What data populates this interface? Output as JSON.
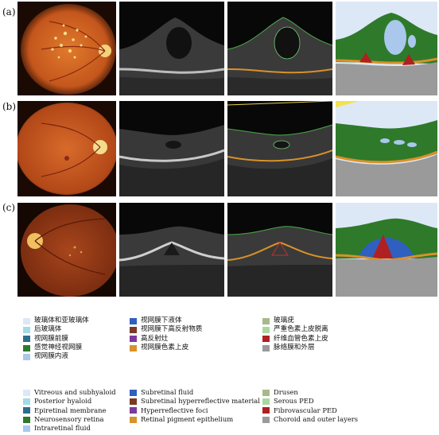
{
  "rows": [
    {
      "label": "(a)"
    },
    {
      "label": "(b)"
    },
    {
      "label": "(c)"
    }
  ],
  "colors": {
    "vitreous": "#dde8f6",
    "posterior_hyaloid": "#9fdce8",
    "epiretinal_membrane": "#2e6e8c",
    "neurosensory_retina": "#2e7a2a",
    "intraretinal_fluid": "#a9c8ec",
    "subretinal_fluid": "#2f5fbf",
    "subretinal_hyperreflective": "#7a3a24",
    "hyperreflective_foci": "#7c3a9c",
    "rpe": "#d9912a",
    "drusen": "#a7b98a",
    "serous_ped": "#a8d8a0",
    "fibrovascular_ped": "#b02020",
    "choroid": "#9a9a9a"
  },
  "legend_zh": {
    "col1": [
      "玻璃体和亚玻璃体",
      "后玻璃体",
      "视网膜前膜",
      "感觉神经视网膜",
      "视网膜内液"
    ],
    "col2": [
      "视网膜下液体",
      "视网膜下高反射物质",
      "高反射灶",
      "视网膜色素上皮"
    ],
    "col3": [
      "玻璃疣",
      "严重色素上皮脱离",
      "纤维血管色素上皮",
      "脉络膜和外层"
    ]
  },
  "legend_en": {
    "col1": [
      "Vitreous and subhyaloid",
      "Posterior hyaloid",
      "Epiretinal membrane",
      "Neurosensory retina",
      "Intraretinal fluid"
    ],
    "col2": [
      "Subretinal fluid",
      "Subretinal hyperreflective material",
      "Hyperreflective foci",
      "Retinal pigment epithelium"
    ],
    "col3": [
      "Drusen",
      "Serous PED",
      "Fibrovascular PED",
      "Choroid and outer layers"
    ]
  }
}
